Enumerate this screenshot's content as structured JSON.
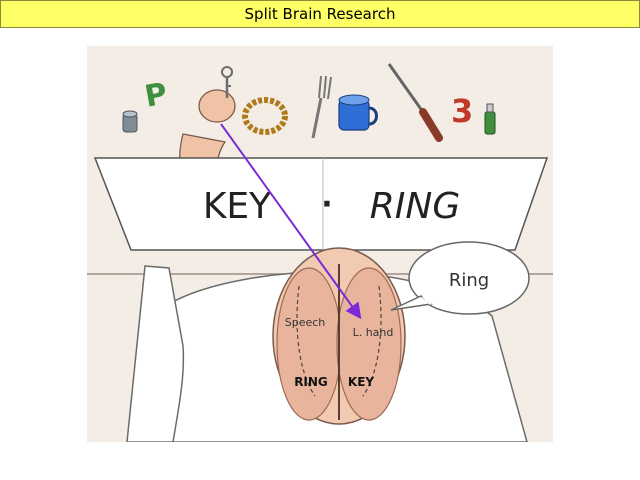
{
  "slide": {
    "title": "Split Brain Research"
  },
  "illustration": {
    "screen_left_word": "KEY",
    "screen_separator": "·",
    "screen_right_word": "RING",
    "speech_bubble_text": "Ring",
    "brain_label_left": "Speech",
    "brain_label_right": "L. hand",
    "brain_word_left": "RING",
    "brain_word_right": "KEY",
    "objects": [
      "letter-p",
      "small-cup",
      "key",
      "key-ring",
      "fork",
      "blue-mug",
      "screwdriver",
      "number-3",
      "small-bottle"
    ]
  },
  "colors": {
    "title_bg": "#ffff66",
    "panel_bg": "#f3ede6",
    "arrow": "#7a2bd6",
    "mug": "#2f6ed6",
    "brain": "#e8b59c",
    "red_object": "#c0392b",
    "green_object": "#3f8f3f"
  }
}
